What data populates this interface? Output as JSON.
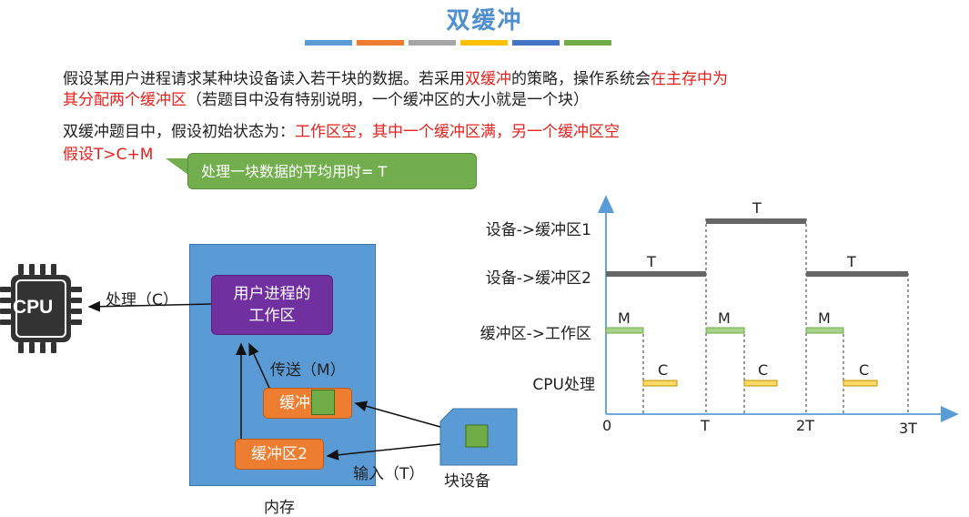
{
  "title": "双缓冲",
  "colors": [
    "#5b9bd5",
    "#ed7d31",
    "#a5a5a5",
    "#ffc000",
    "#4472c4",
    "#70ad47"
  ],
  "intro": {
    "line1_a": "假设某用户进程请求某种块设备读入若干块的数据。若采用",
    "line1_red": "双缓冲",
    "line1_b": "的策略，操作系统会",
    "line1_red2": "在主存中为",
    "line2_red": "其分配两个缓冲区",
    "line2_b": "（若题目中没有特别说明，一个缓冲区的大小就是一个块）",
    "line3_a": "双缓冲题目中，假设初始状态为：",
    "line3_red": "工作区空，其中一个缓冲区满，另一个缓冲区空",
    "line4_red": "假设T>C+M"
  },
  "callout": "处理一块数据的平均用时= T",
  "diagram": {
    "cpu_label": "CPU",
    "process_label": "处理（C）",
    "work_area_line1": "用户进程的",
    "work_area_line2": "工作区",
    "transfer_label": "传送（M）",
    "buffer1": "缓冲区1",
    "buffer2": "缓冲区2",
    "input_label": "输入（T）",
    "block_device": "块设备",
    "memory": "内存"
  },
  "timeline": {
    "rows": [
      "设备->缓冲区1",
      "设备->缓冲区2",
      "缓冲区->工作区",
      "CPU处理"
    ],
    "x_ticks": [
      "0",
      "T",
      "2T",
      "3T"
    ],
    "seg_T": "T",
    "seg_M": "M",
    "seg_C": "C"
  }
}
